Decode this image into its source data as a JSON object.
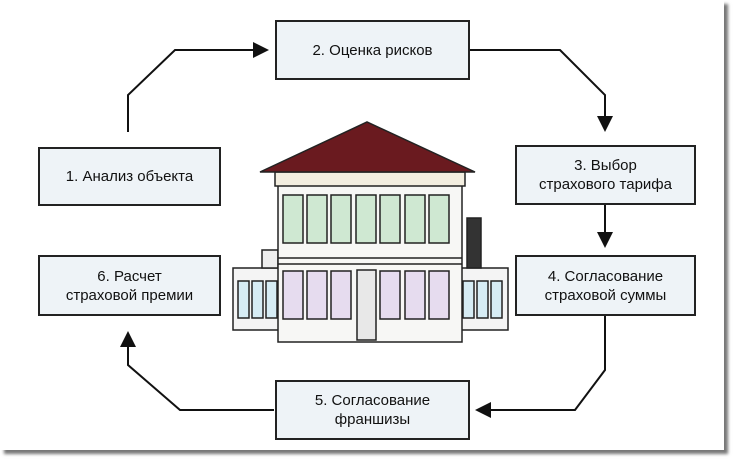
{
  "steps": [
    {
      "label": "1. Анализ объекта"
    },
    {
      "label": "2. Оценка рисков"
    },
    {
      "label": "3. Выбор\nстрахового тарифа"
    },
    {
      "label": "4. Согласование\nстраховой суммы"
    },
    {
      "label": "5. Согласование\nфраншизы"
    },
    {
      "label": "6. Расчет\nстраховой премии"
    }
  ],
  "colors": {
    "roof": "#6a1a1f",
    "box_fill": "#eef3f7",
    "upper_windows": "#cfe8d2",
    "lower_windows": "#e6dcef",
    "wing_windows": "#d6ecf4"
  }
}
